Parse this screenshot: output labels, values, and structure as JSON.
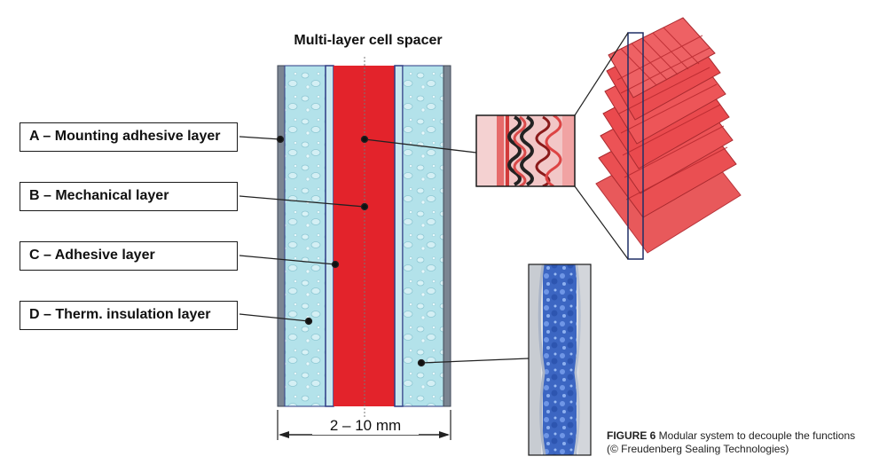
{
  "title": "Multi-layer cell spacer",
  "labels": [
    {
      "id": "a",
      "text": "A – Mounting adhesive layer"
    },
    {
      "id": "b",
      "text": "B – Mechanical layer"
    },
    {
      "id": "c",
      "text": "C – Adhesive layer"
    },
    {
      "id": "d",
      "text": "D – Therm. insulation layer"
    }
  ],
  "dimension": "2 – 10 mm",
  "caption": {
    "figure": "FIGURE 6",
    "text": " Modular system to decouple the functions",
    "credit": "(© Freudenberg Sealing Technologies)"
  },
  "colors": {
    "mechanical": "#e3232b",
    "insulation": "#a9dde6",
    "mounting": "#7b8592",
    "adhesive_line": "#2e3b84",
    "plate": "#e85a5a",
    "foam": "#3d6fcf"
  }
}
